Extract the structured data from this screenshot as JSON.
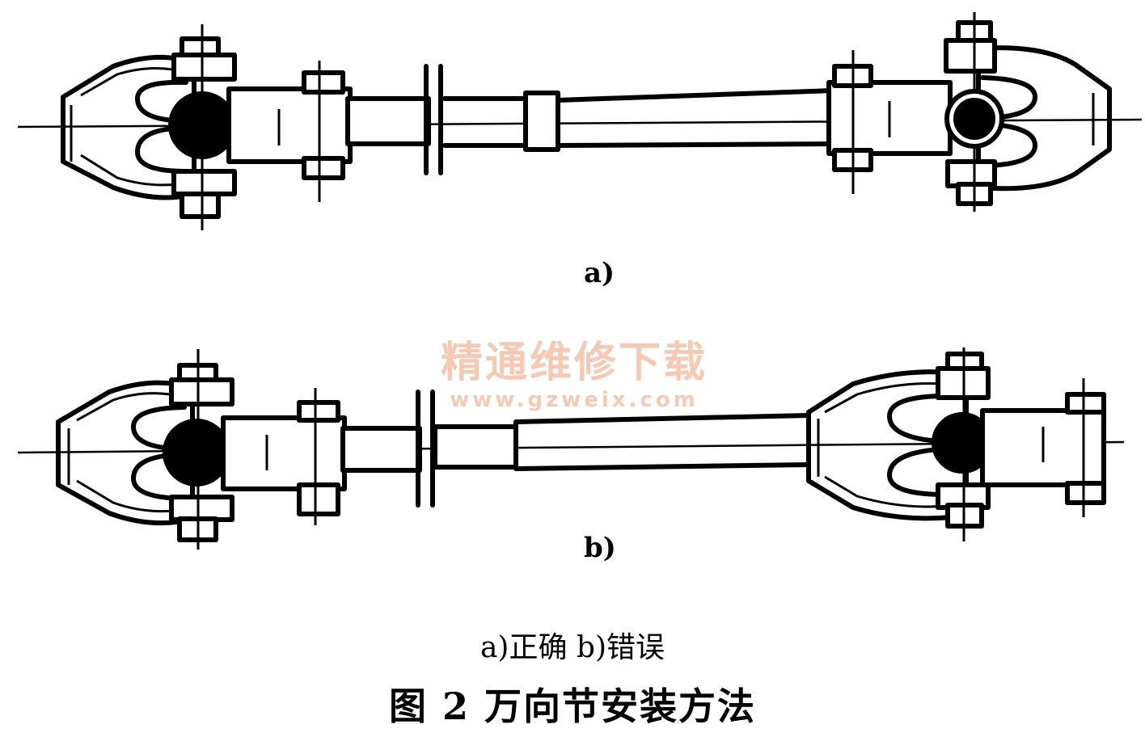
{
  "figure": {
    "label_a": "a)",
    "label_b": "b)",
    "subcaption": "a)正确  b)错误",
    "caption": "图 2  万向节安装方法"
  },
  "watermark": {
    "text_cn": "精通维修下载",
    "url": "www.gzweix.com",
    "color": "#f6c9b4"
  }
}
